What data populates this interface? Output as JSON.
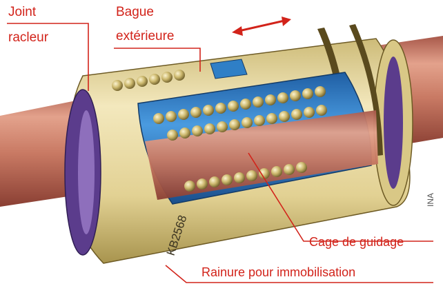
{
  "labels": {
    "joint_racleur_line1": "Joint",
    "joint_racleur_line2": "racleur",
    "bague_line1": "Bague",
    "bague_line2": "extérieure",
    "cage": "Cage de guidage",
    "rainure": "Rainure pour immobilisation"
  },
  "credit": "INA",
  "engraving": "KB2568",
  "colors": {
    "label_red": "#d2231a",
    "shaft": "#c97a64",
    "sleeve": "#e7d9a0",
    "cage_blue": "#2f7fc6",
    "seal_purple": "#5b3c8c",
    "ball": "#c9b670"
  }
}
